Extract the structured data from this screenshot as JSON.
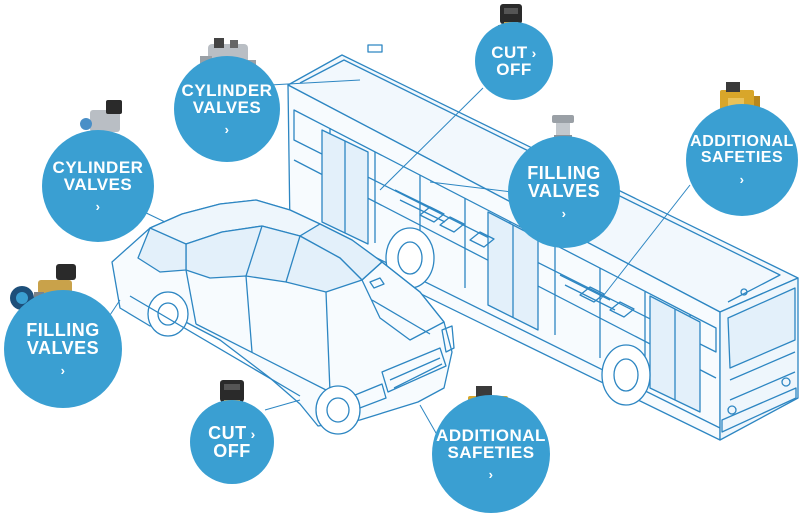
{
  "colors": {
    "bubble": "#3a9fd2",
    "line": "#2d86c2",
    "text": "#ffffff"
  },
  "callouts": [
    {
      "id": "bus-cut-off",
      "line1": "CUT",
      "line2": "OFF",
      "arrow": "›",
      "icon": "solenoid-valve-icon"
    },
    {
      "id": "bus-cylinder-valves",
      "line1": "CYLINDER",
      "line2": "VALVES",
      "arrow": "›",
      "icon": "cylinder-valve-icon"
    },
    {
      "id": "bus-filling-valves",
      "line1": "FILLING",
      "line2": "VALVES",
      "arrow": "›",
      "icon": "filling-valve-icon"
    },
    {
      "id": "bus-additional-safeties",
      "line1": "ADDITIONAL",
      "line2": "SAFETIES",
      "arrow": "›",
      "icon": "safety-valve-icon"
    },
    {
      "id": "car-cylinder-valves",
      "line1": "CYLINDER",
      "line2": "VALVES",
      "arrow": "›",
      "icon": "cylinder-valve-icon"
    },
    {
      "id": "car-filling-valves",
      "line1": "FILLING",
      "line2": "VALVES",
      "arrow": "›",
      "icon": "filling-valve-icon"
    },
    {
      "id": "car-cut-off",
      "line1": "CUT",
      "line2": "OFF",
      "arrow": "›",
      "icon": "solenoid-valve-icon"
    },
    {
      "id": "car-additional-safeties",
      "line1": "ADDITIONAL",
      "line2": "SAFETIES",
      "arrow": "›",
      "icon": "safety-valve-icon"
    }
  ]
}
